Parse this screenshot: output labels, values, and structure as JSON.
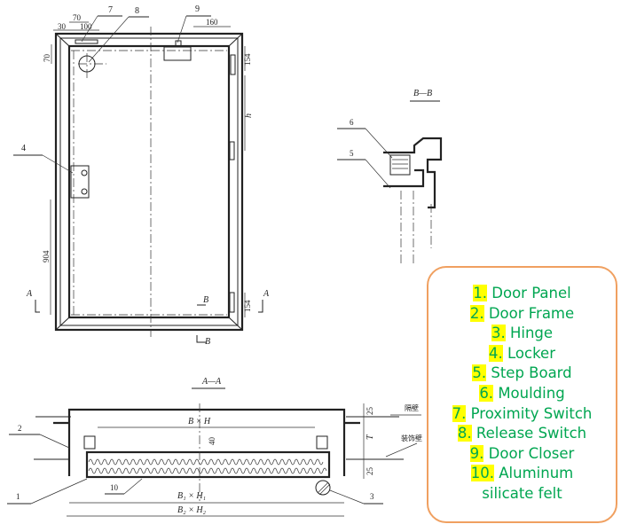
{
  "front_view": {
    "callouts": {
      "c7": "7",
      "c8": "8",
      "c9": "9",
      "c4": "4"
    },
    "dimensions": {
      "d30": "30",
      "d70_top": "70",
      "d100": "100",
      "d160": "160",
      "d70_side": "70",
      "d154_top": "154",
      "h": "h",
      "d904": "904",
      "d154_bottom": "154"
    },
    "section_marks": {
      "a_left": "A",
      "a_right": "A",
      "b_top": "B",
      "b_bottom": "B"
    }
  },
  "section_bb": {
    "title": "B—B",
    "callouts": {
      "c6": "6",
      "c5": "5"
    }
  },
  "section_aa": {
    "title": "A—A",
    "labels": {
      "bxh": "B × H",
      "b1h1": "B₁ × H₁",
      "b2h2": "B₂ × H₂",
      "d40": "40",
      "d25_top": "25",
      "t": "T",
      "d25_bottom": "25",
      "wall": "隔壁",
      "deco_wall": "装饰壁"
    },
    "callouts": {
      "c2": "2",
      "c1": "1",
      "c10": "10",
      "c3": "3"
    }
  },
  "legend": {
    "items": [
      {
        "num": "1.",
        "label": "Door Panel"
      },
      {
        "num": "2.",
        "label": "Door Frame"
      },
      {
        "num": "3.",
        "label": "Hinge"
      },
      {
        "num": "4.",
        "label": "Locker"
      },
      {
        "num": "5.",
        "label": "Step Board"
      },
      {
        "num": "6.",
        "label": "Moulding"
      },
      {
        "num": "7.",
        "label": " Proximity Switch"
      },
      {
        "num": "8.",
        "label": "Release Switch"
      },
      {
        "num": "9.",
        "label": "Door Closer"
      },
      {
        "num": "10.",
        "label": "Aluminum"
      }
    ],
    "continuation": "silicate felt",
    "colors": {
      "text": "#00a651",
      "highlight": "#ffff00",
      "border": "#f0a060"
    }
  }
}
